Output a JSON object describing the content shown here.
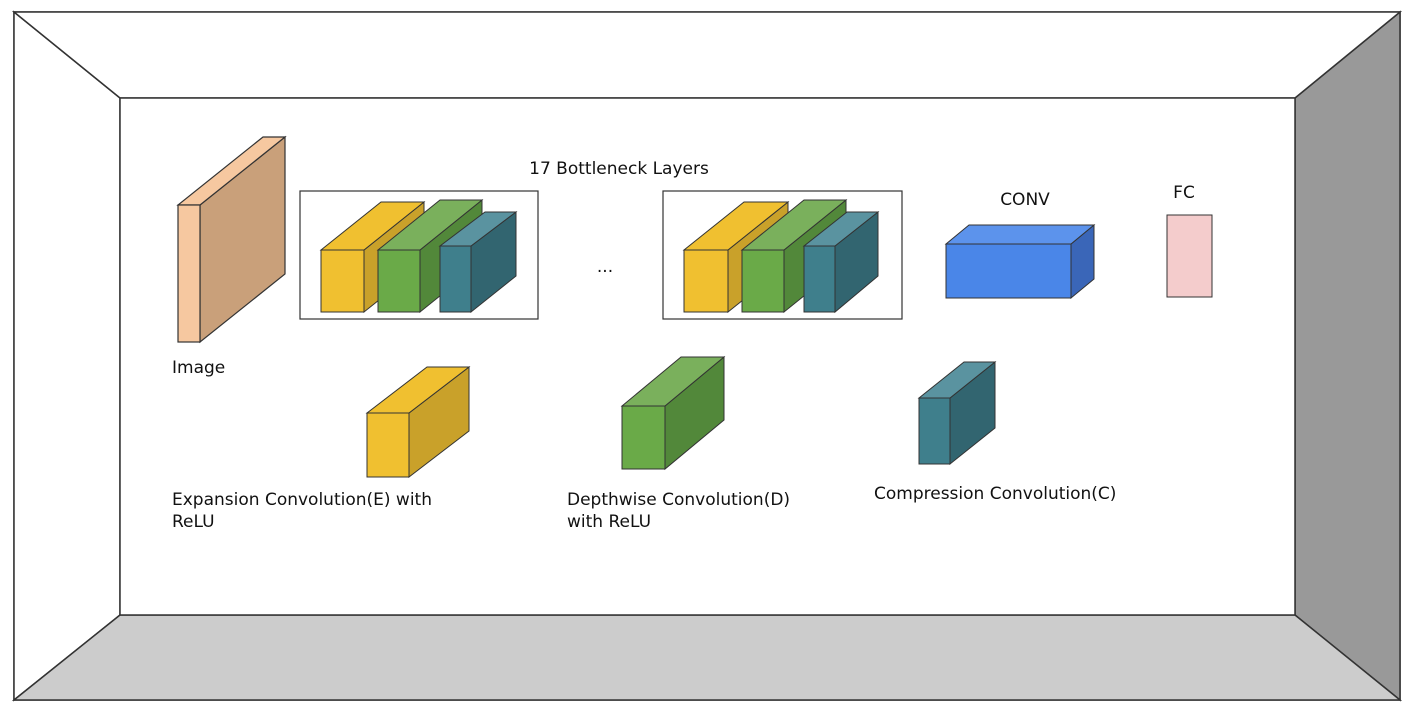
{
  "diagram": {
    "bottleneck_title": "17 Bottleneck Layers",
    "ellipsis": "...",
    "image_label": "Image",
    "conv_label": "CONV",
    "fc_label": "FC",
    "legend": {
      "expansion_line1": "Expansion Convolution(E) with",
      "expansion_line2": "ReLU",
      "depthwise_line1": "Depthwise Convolution(D)",
      "depthwise_line2": "with ReLU",
      "compression": "Compression Convolution(C)"
    }
  },
  "colors": {
    "image": "#f6c8a0",
    "expansion": "#f0c030",
    "depthwise": "#6aaa48",
    "compression": "#3f7f8c",
    "conv": "#4a86e8",
    "fc": "#f4cccc",
    "room_left": "#ffffff",
    "room_right": "#999999",
    "room_floor": "#cccccc"
  }
}
